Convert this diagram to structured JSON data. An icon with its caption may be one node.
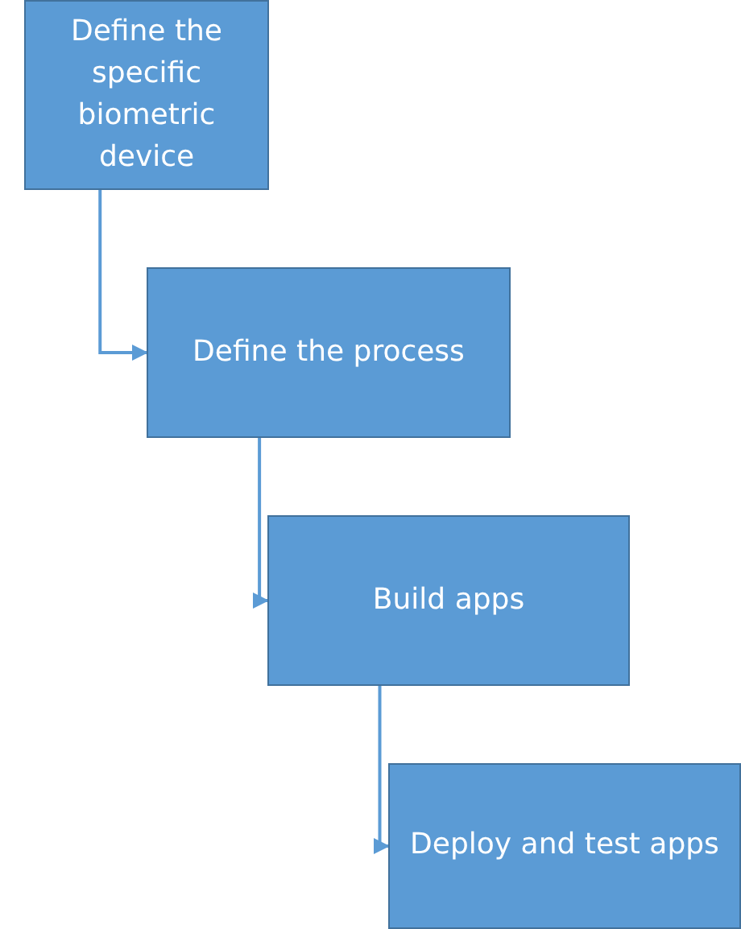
{
  "diagram": {
    "nodes": [
      {
        "text": [
          "Define the specific biometric device"
        ]
      },
      {
        "text": [
          "Define the process"
        ]
      },
      {
        "text": [
          "Build apps"
        ]
      },
      {
        "text": [
          "Deploy and test apps"
        ]
      }
    ],
    "edges": [
      {
        "from": 0,
        "to": 1,
        "arrow": "to"
      },
      {
        "from": 1,
        "to": 2,
        "arrow": "to"
      },
      {
        "from": 2,
        "to": 3,
        "arrow": "to"
      }
    ]
  }
}
